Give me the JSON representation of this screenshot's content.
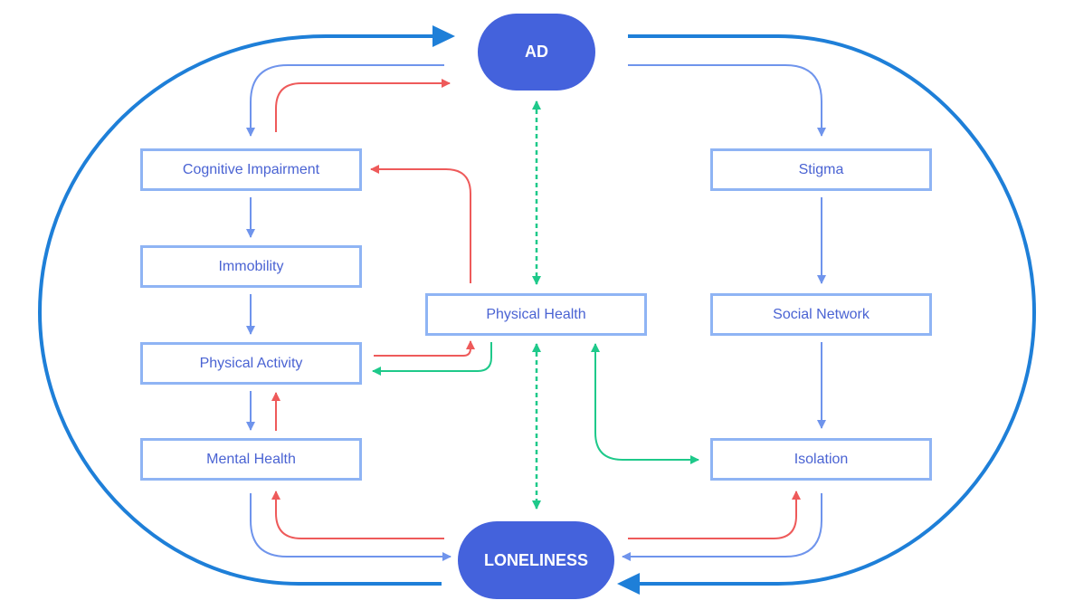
{
  "title": "AD and Loneliness causal loop diagram",
  "colors": {
    "hub_fill": "#4462dc",
    "box_border": "#8fb4f4",
    "box_text": "#4a63d3",
    "outer_loop": "#1e7fd8",
    "blue_link": "#6f94ec",
    "red_link": "#ee5a5a",
    "green_link": "#1ec98a"
  },
  "hubs": {
    "top": "AD",
    "bottom": "LONELINESS"
  },
  "nodes": {
    "cognitive_impairment": "Cognitive Impairment",
    "immobility": "Immobility",
    "physical_activity": "Physical Activity",
    "mental_health": "Mental Health",
    "physical_health": "Physical Health",
    "stigma": "Stigma",
    "social_network": "Social Network",
    "isolation": "Isolation"
  },
  "edges": [
    {
      "from": "LONELINESS",
      "to": "AD",
      "type": "outer-loop",
      "side": "left"
    },
    {
      "from": "AD",
      "to": "LONELINESS",
      "type": "outer-loop",
      "side": "right"
    },
    {
      "from": "AD",
      "to": "Cognitive Impairment",
      "type": "blue"
    },
    {
      "from": "Cognitive Impairment",
      "to": "AD",
      "type": "red"
    },
    {
      "from": "Physical Health",
      "to": "Cognitive Impairment",
      "type": "red"
    },
    {
      "from": "Cognitive Impairment",
      "to": "Immobility",
      "type": "blue"
    },
    {
      "from": "Immobility",
      "to": "Physical Activity",
      "type": "blue"
    },
    {
      "from": "Physical Activity",
      "to": "Physical Health",
      "type": "red"
    },
    {
      "from": "Physical Health",
      "to": "Physical Activity",
      "type": "green"
    },
    {
      "from": "Physical Activity",
      "to": "Mental Health",
      "type": "blue"
    },
    {
      "from": "Mental Health",
      "to": "Physical Activity",
      "type": "red"
    },
    {
      "from": "Mental Health",
      "to": "LONELINESS",
      "type": "blue"
    },
    {
      "from": "LONELINESS",
      "to": "Mental Health",
      "type": "red"
    },
    {
      "from": "AD",
      "to": "Physical Health",
      "type": "green-dashed-bidirectional"
    },
    {
      "from": "LONELINESS",
      "to": "Physical Health",
      "type": "green-dashed-bidirectional"
    },
    {
      "from": "Physical Health",
      "to": "Isolation",
      "type": "green-bidirectional"
    },
    {
      "from": "AD",
      "to": "Stigma",
      "type": "blue"
    },
    {
      "from": "Stigma",
      "to": "Social Network",
      "type": "blue"
    },
    {
      "from": "Social Network",
      "to": "Isolation",
      "type": "blue"
    },
    {
      "from": "Isolation",
      "to": "LONELINESS",
      "type": "blue"
    },
    {
      "from": "LONELINESS",
      "to": "Isolation",
      "type": "red"
    }
  ]
}
